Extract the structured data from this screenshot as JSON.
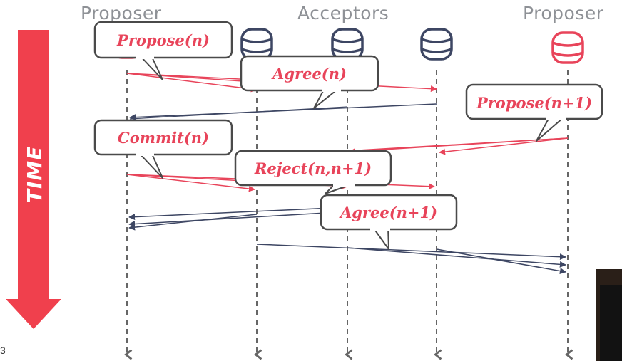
{
  "headers": {
    "left": "Proposer",
    "middle": "Acceptors",
    "right": "Proposer"
  },
  "time_label": "TIME",
  "page_number": "3",
  "colors": {
    "red": "#e8445a",
    "navy": "#3d4663",
    "gray": "#8e9196"
  },
  "node_icons": [
    "database-icon",
    "database-icon",
    "database-icon",
    "database-icon",
    "database-icon"
  ],
  "callouts": [
    {
      "name": "propose-n",
      "text": "Propose(n)"
    },
    {
      "name": "agree-n",
      "text": "Agree(n)"
    },
    {
      "name": "propose-n-plus-1",
      "text": "Propose(n+1)"
    },
    {
      "name": "commit-n",
      "text": "Commit(n)"
    },
    {
      "name": "reject-n-n-plus-1",
      "text": "Reject(n,n+1)"
    },
    {
      "name": "agree-n-plus-1",
      "text": "Agree(n+1)"
    }
  ]
}
